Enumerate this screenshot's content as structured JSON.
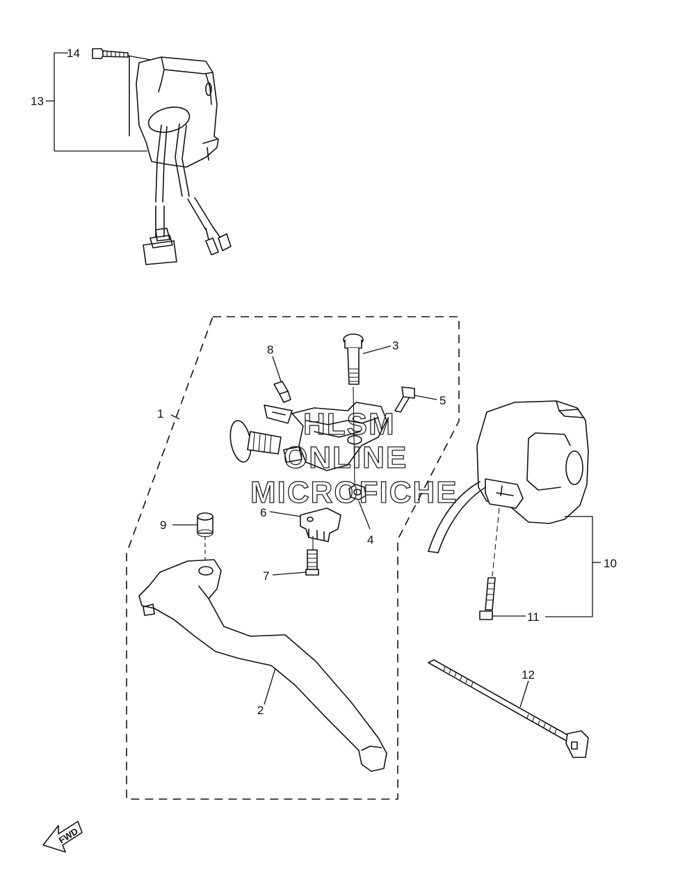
{
  "callouts": {
    "c1": "1",
    "c2": "2",
    "c3": "3",
    "c4": "4",
    "c5": "5",
    "c6": "6",
    "c7": "7",
    "c8": "8",
    "c9": "9",
    "c10": "10",
    "c11": "11",
    "c12": "12",
    "c13": "13",
    "c14": "14"
  },
  "watermark": {
    "line1": "HLSM",
    "line2": "ONLINE",
    "line3": "MICROFICHE"
  },
  "direction_badge": {
    "label": "FWD"
  }
}
